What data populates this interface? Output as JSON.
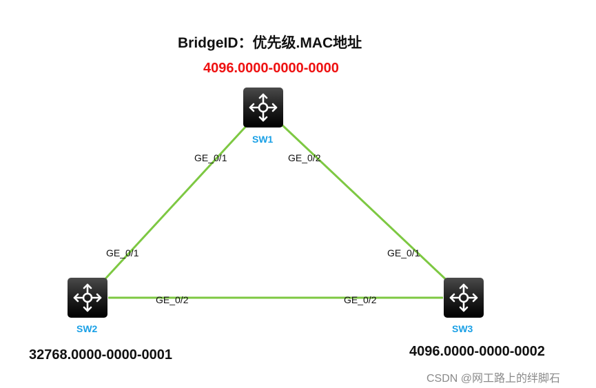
{
  "title": "BridgeID：优先级.MAC地址",
  "switches": [
    {
      "name": "SW1",
      "bridge_id": "4096.0000-0000-0000",
      "icon": "l3-switch-icon"
    },
    {
      "name": "SW2",
      "bridge_id": "32768.0000-0000-0001",
      "icon": "l3-switch-icon"
    },
    {
      "name": "SW3",
      "bridge_id": "4096.0000-0000-0002",
      "icon": "l3-switch-icon"
    }
  ],
  "links": [
    {
      "from": "SW1",
      "from_port": "GE_0/1",
      "to": "SW2",
      "to_port": "GE_0/1"
    },
    {
      "from": "SW1",
      "from_port": "GE_0/2",
      "to": "SW3",
      "to_port": "GE_0/1"
    },
    {
      "from": "SW2",
      "from_port": "GE_0/2",
      "to": "SW3",
      "to_port": "GE_0/2"
    }
  ],
  "watermark": "CSDN @网工路上的绊脚石",
  "colors": {
    "link": "#7dc842",
    "root_bridge_id": "#ee1111",
    "switch_name": "#1aa0e6",
    "switch_body": "#1f1f1f"
  }
}
